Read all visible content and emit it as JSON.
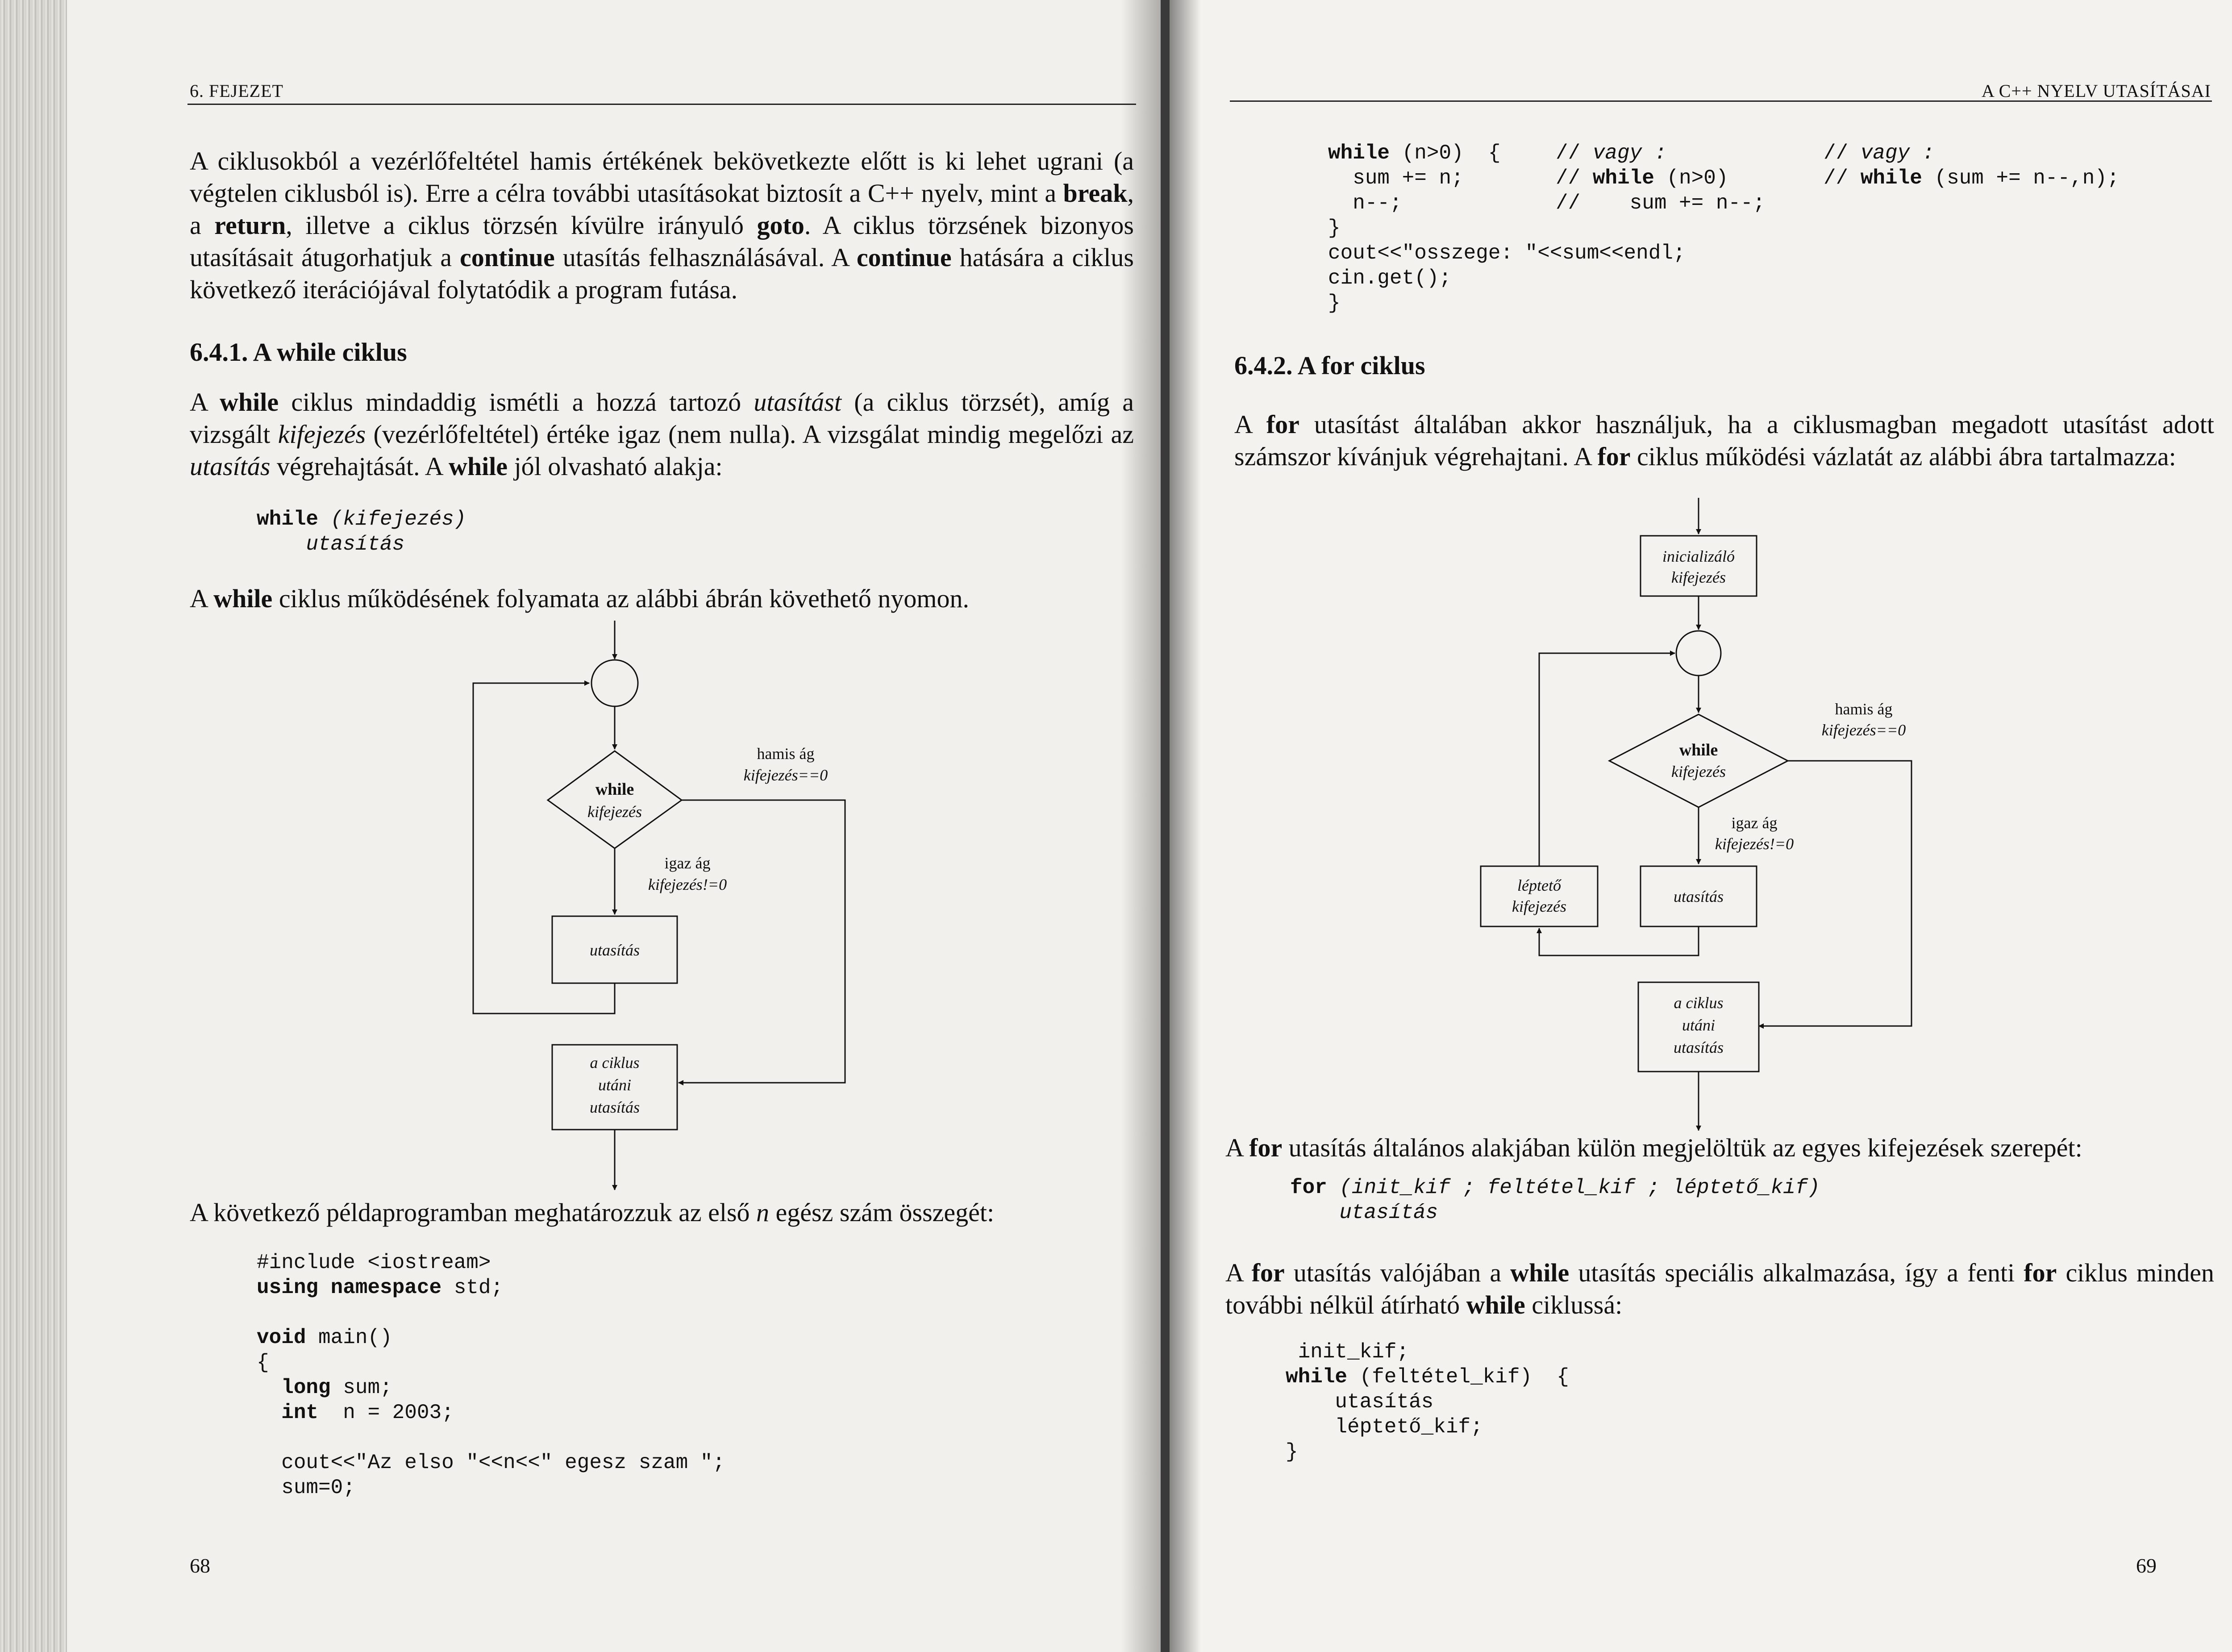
{
  "left": {
    "header": "6. FEJEZET",
    "intro": {
      "t1": "A ciklusokból a vezérlőfeltétel hamis értékének bekövetkezte előtt is ki lehet ugrani (a végtelen ciklusból is). Erre a célra további utasításokat biztosít a C++ nyelv, mint a ",
      "k1": "break",
      "t2": ", a ",
      "k2": "return",
      "t3": ", illetve a ciklus törzsén kívülre irányuló ",
      "k3": "goto",
      "t4": ". A ciklus törzsének bizonyos utasításait átugorhatjuk a ",
      "k4": "continue",
      "t5": " utasítás felhasználásával. A ",
      "k5": "continue",
      "t6": " hatására a ciklus következő iterációjával folytatódik a program futása."
    },
    "section_title": "6.4.1. A while ciklus",
    "p2": {
      "t1": "A ",
      "k1": "while",
      "t2": " ciklus mindaddig ismétli a hozzá tartozó ",
      "i1": "utasítást",
      "t3": " (a ciklus törzsét), amíg a vizsgált ",
      "i2": "kifejezés",
      "t4": " (vezérlőfeltétel) értéke igaz (nem nulla). A vizsgálat mindig megelőzi az ",
      "i3": "utasítás",
      "t5": " végrehajtását. A ",
      "k2": "while",
      "t6": " jól olvasható alakja:"
    },
    "syntax": {
      "kw": "while",
      "cond": "(kifejezés)",
      "body": "utasítás"
    },
    "p3": {
      "t1": "A ",
      "k1": "while",
      "t2": " ciklus működésének folyamata az alábbi ábrán követhető nyomon."
    },
    "flow": {
      "diamond_kw": "while",
      "diamond_expr": "kifejezés",
      "false_label": "hamis ág",
      "false_cond": "kifejezés==0",
      "true_label": "igaz ág",
      "true_cond": "kifejezés!=0",
      "body": "utasítás",
      "after_1": "a ciklus",
      "after_2": "utáni",
      "after_3": "utasítás"
    },
    "p4": {
      "t1": "A következő példaprogramban meghatározzuk az első ",
      "i1": "n",
      "t2": " egész szám összegét:"
    },
    "code": {
      "l1": "#include <iostream>",
      "l2_kw1": "using",
      "l2_kw2": "namespace",
      "l2_rest": " std;",
      "l3_kw": "void",
      "l3_rest": " main()",
      "l4": "{",
      "l5_kw": "long",
      "l5_rest": " sum;",
      "l6_kw": "int",
      "l6_rest": "  n = 2003;",
      "l7": "cout<<\"Az elso \"<<n<<\" egesz szam \";",
      "l8": "sum=0;"
    },
    "page_number": "68"
  },
  "right": {
    "header": "A C++ NYELV UTASÍTÁSAI",
    "code": {
      "a1_kw": "while",
      "a1_rest": " (n>0)  {",
      "a2": "sum += n;",
      "a3": "n--;",
      "a4": "}",
      "a5": "cout<<\"osszege: \"<<sum<<endl;",
      "a6": "cin.get();",
      "a7": "}",
      "b1_pre": "// ",
      "b1_it": "vagy :",
      "b2_pre": "// ",
      "b2_kw": "while",
      "b2_rest": " (n>0)",
      "b3": "//    sum += n--;",
      "c1_pre": "// ",
      "c1_it": "vagy :",
      "c2_pre": "// ",
      "c2_kw": "while",
      "c2_rest": " (sum += n--,n);"
    },
    "section_title": "6.4.2. A for ciklus",
    "p1": {
      "t1": "A ",
      "k1": "for",
      "t2": " utasítást általában akkor használjuk, ha a ciklusmagban megadott utasítást adott számszor kívánjuk végrehajtani. A ",
      "k2": "for",
      "t3": " ciklus működési vázlatát az alábbi ábra tartalmazza:"
    },
    "flow": {
      "init_1": "inicializáló",
      "init_2": "kifejezés",
      "diamond_kw": "while",
      "diamond_expr": "kifejezés",
      "false_label": "hamis ág",
      "false_cond": "kifejezés==0",
      "true_label": "igaz ág",
      "true_cond": "kifejezés!=0",
      "step_1": "léptető",
      "step_2": "kifejezés",
      "body": "utasítás",
      "after_1": "a ciklus",
      "after_2": "utáni",
      "after_3": "utasítás"
    },
    "p2": {
      "t1": "A ",
      "k1": "for",
      "t2": " utasítás általános alakjában külön megjelöltük az egyes kifejezések szerepét:"
    },
    "syntax": {
      "kw": "for",
      "args": "(init_kif ; feltétel_kif ; léptető_kif)",
      "body": "utasítás"
    },
    "p3": {
      "t1": "A ",
      "k1": "for",
      "t2": " utasítás valójában a ",
      "k2": "while",
      "t3": " utasítás speciális alkalmazása, így a fenti ",
      "k3": "for",
      "t4": " ciklus minden további nélkül átírható ",
      "k4": "while",
      "t5": " ciklussá:"
    },
    "code2": {
      "l1": "init_kif;",
      "l2_kw": "while",
      "l2_rest": " (feltétel_kif)  {",
      "l3": "utasítás",
      "l4": "léptető_kif;",
      "l5": "}"
    },
    "page_number": "69"
  }
}
